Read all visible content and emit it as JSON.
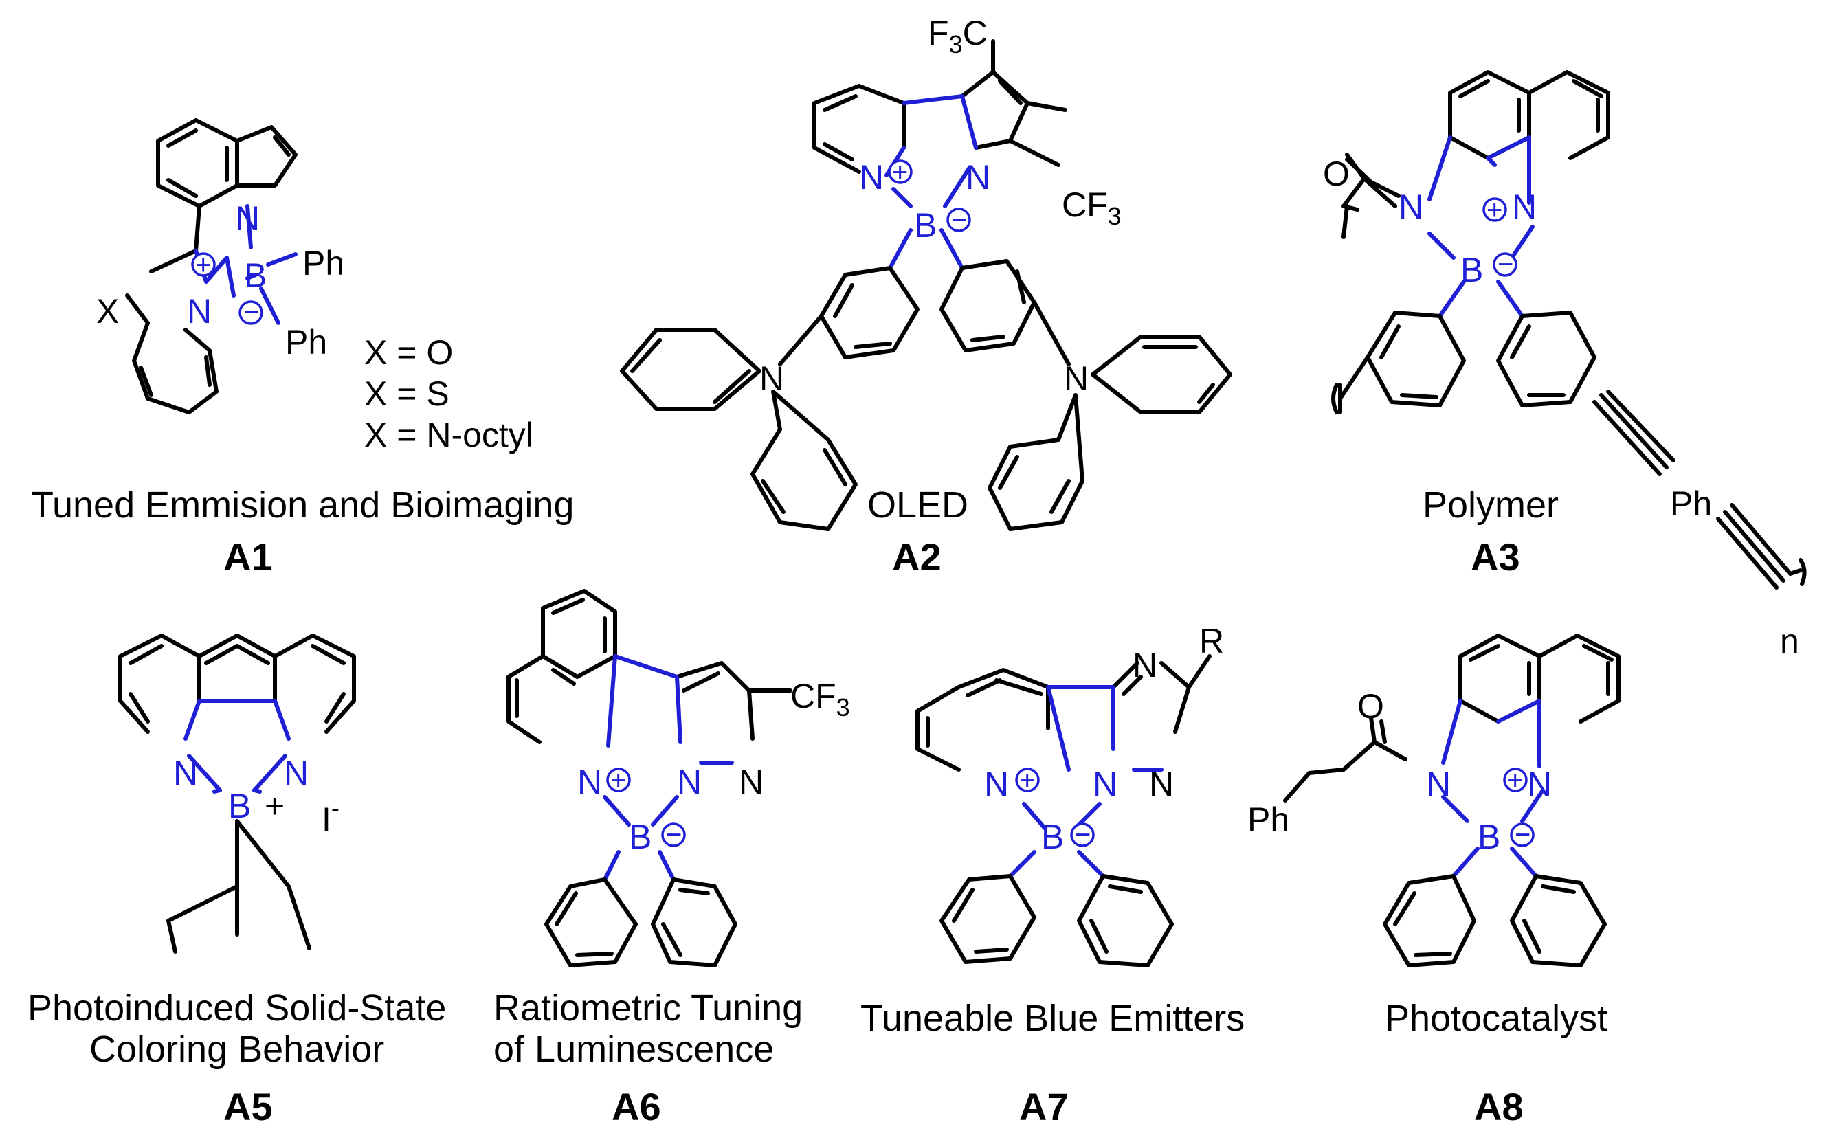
{
  "compounds": [
    {
      "label": "A1",
      "caption": "Tuned Emmision and Bioimaging",
      "atoms": {
        "x": "X",
        "n_ring": "N",
        "n_imine": "N",
        "b": "B",
        "ph1": "Ph",
        "ph2": "Ph"
      },
      "variants": [
        "X = O",
        "X = S",
        "X = N-octyl"
      ]
    },
    {
      "label": "A2",
      "caption": "OLED",
      "atoms": {
        "n_pyr": "N",
        "n_pyrrole": "N",
        "b": "B",
        "cf3_top_main": "F",
        "cf3_top_sub": "3",
        "cf3_top_c": "C",
        "cf3_right": "CF",
        "cf3_right_sub": "3",
        "n_left_amine": "N",
        "n_right_amine": "N"
      }
    },
    {
      "label": "A3",
      "caption": "Polymer",
      "atoms": {
        "o": "O",
        "n_amide": "N",
        "n_pyr": "N",
        "b": "B",
        "ph": "Ph",
        "n_sub": "n"
      }
    },
    {
      "label": "A5",
      "caption_lines": [
        "Photoinduced Solid-State",
        "Coloring Behavior"
      ],
      "atoms": {
        "n1": "N",
        "n2": "N",
        "b": "B",
        "plus": "+",
        "iodide": "I",
        "iodide_charge": "-"
      }
    },
    {
      "label": "A6",
      "caption_lines": [
        "Ratiometric Tuning",
        "of Luminescence"
      ],
      "atoms": {
        "n_pyr": "N",
        "n_pz1": "N",
        "n_pz2": "N",
        "b": "B",
        "cf3": "CF",
        "cf3_sub": "3"
      }
    },
    {
      "label": "A7",
      "caption": "Tuneable Blue Emitters",
      "atoms": {
        "n_pyr": "N",
        "n_tr1": "N",
        "n_tr2": "N",
        "n_tr3": "N",
        "b": "B",
        "r": "R"
      }
    },
    {
      "label": "A8",
      "caption": "Photocatalyst",
      "atoms": {
        "o": "O",
        "n_amide": "N",
        "n_pyr": "N",
        "b": "B",
        "ph": "Ph"
      }
    }
  ],
  "colors": {
    "ink": "#000000",
    "highlight": "#1f1fd6"
  }
}
